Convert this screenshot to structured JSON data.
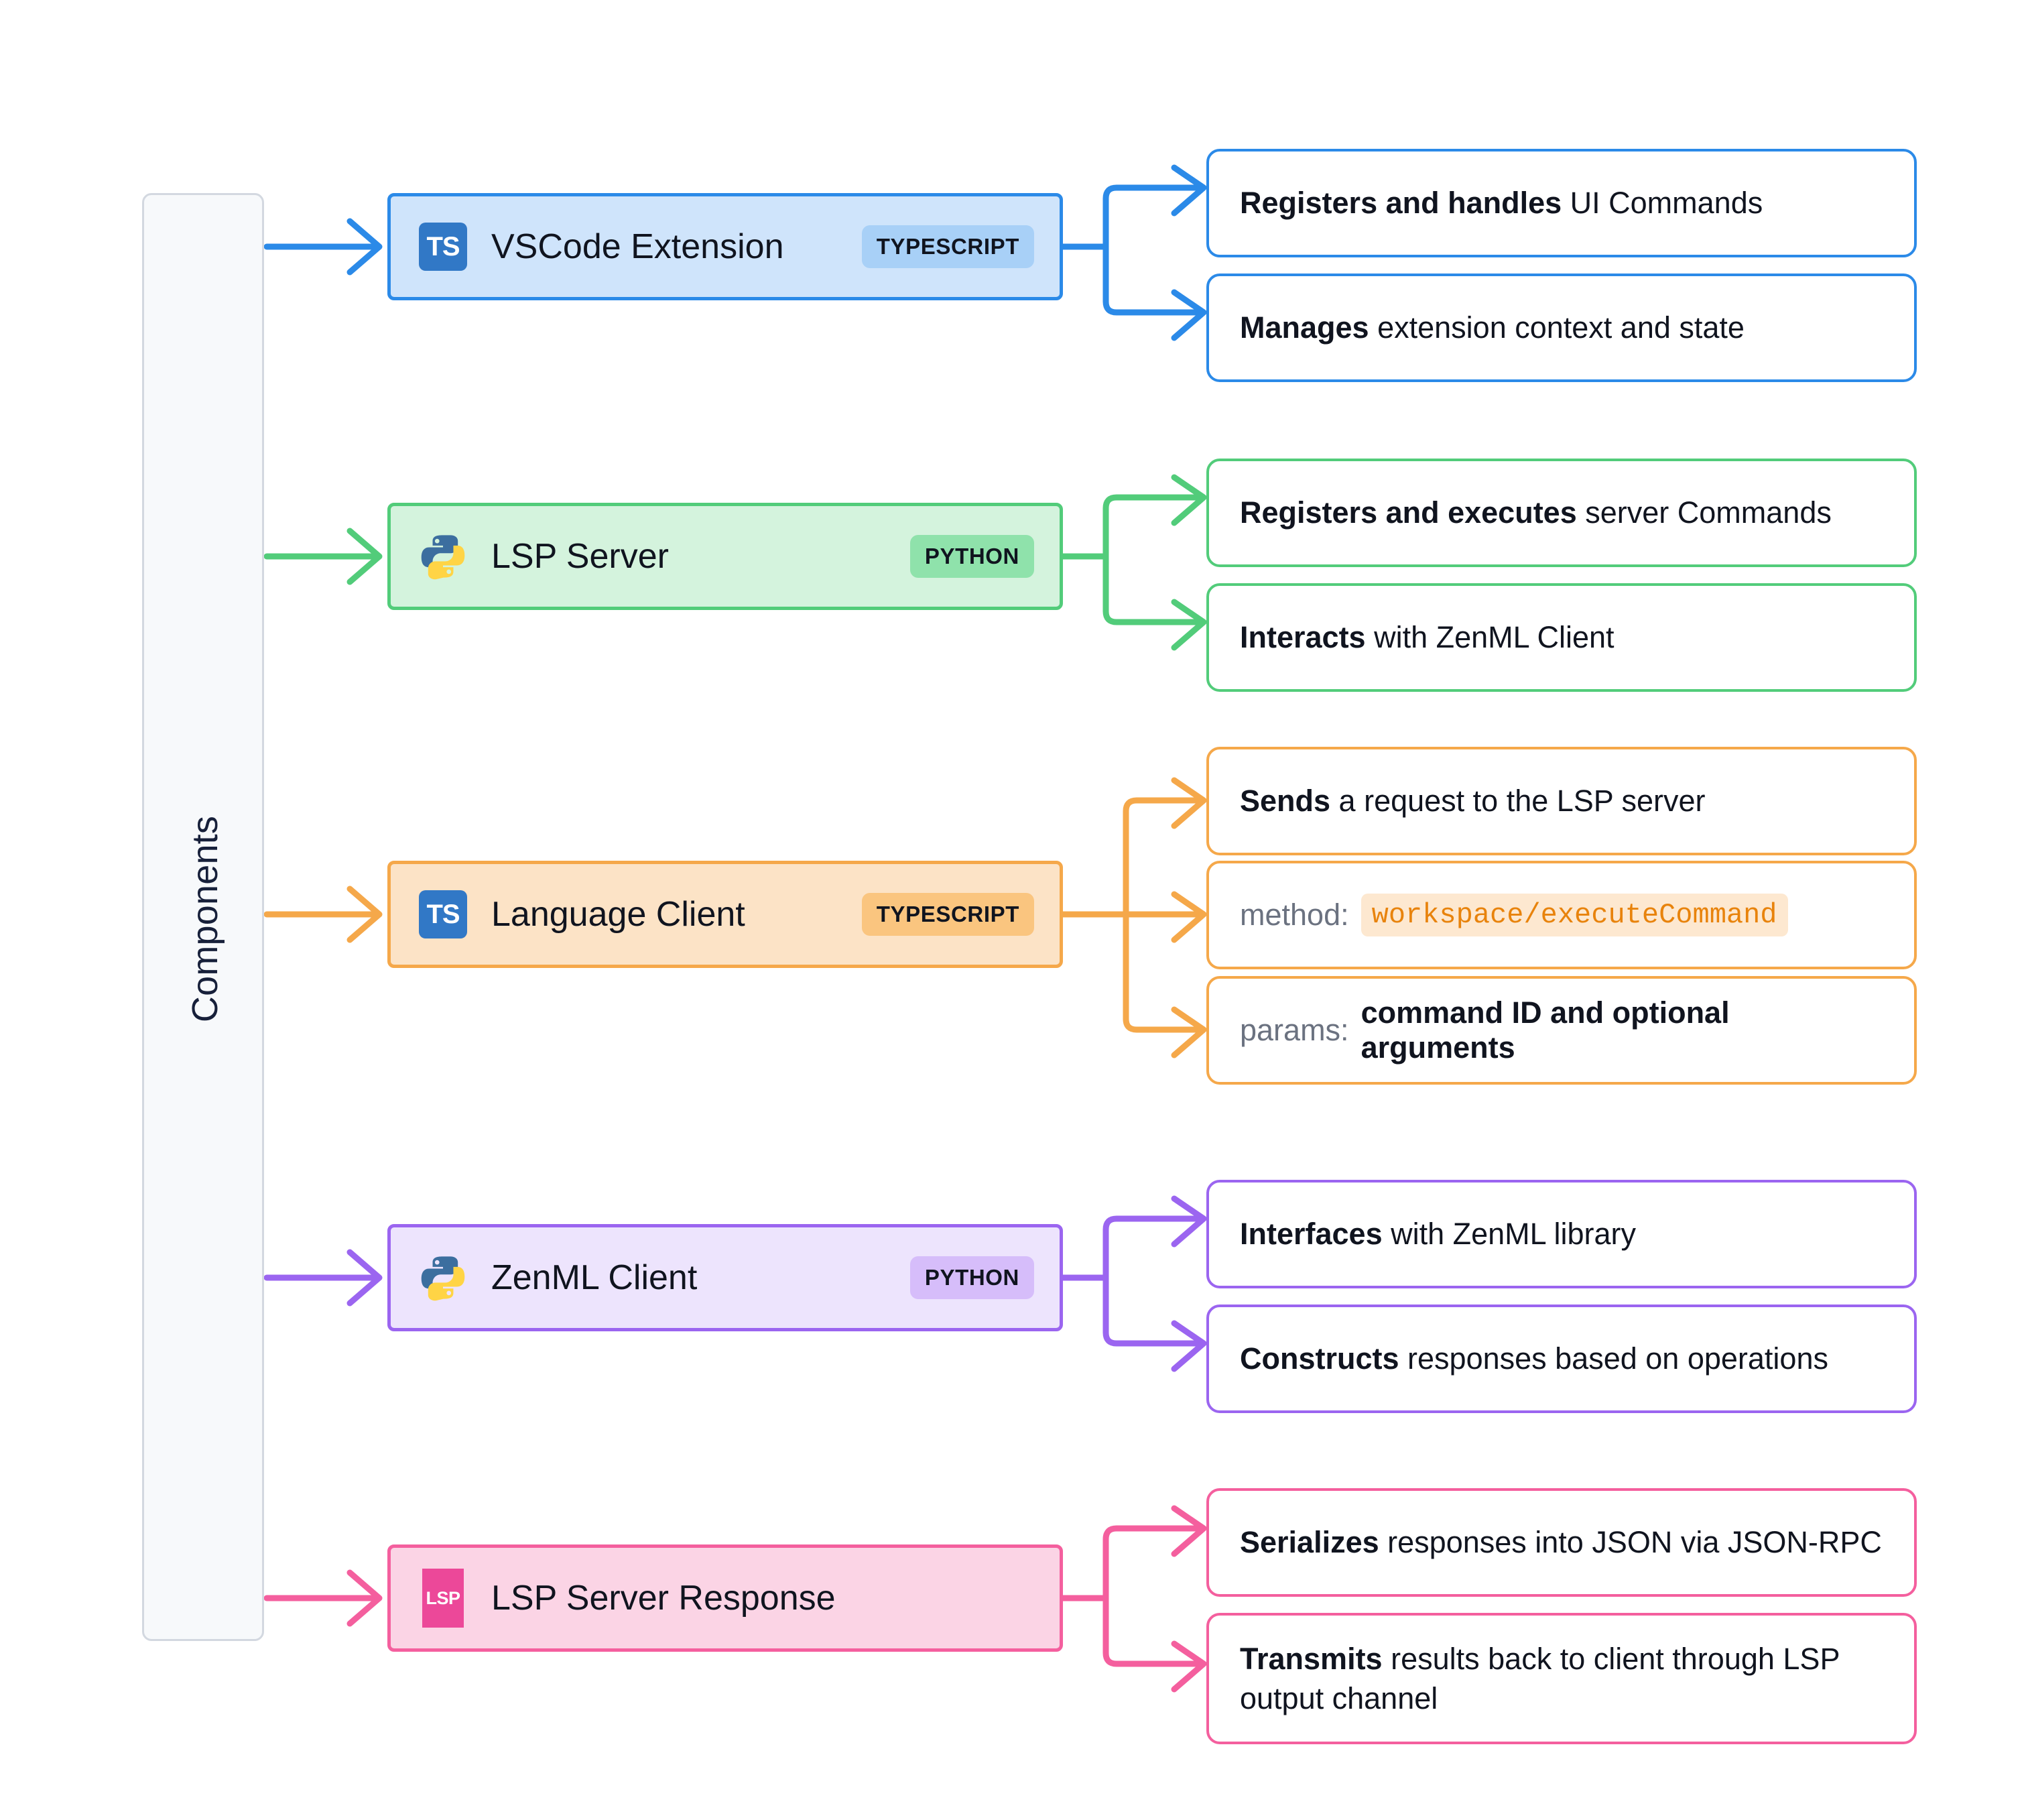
{
  "rail": {
    "label": "Components"
  },
  "colors": {
    "blue_stroke": "#2b8ae8",
    "blue_fill": "#cfe4fb",
    "blue_badge": "#a8d0f7",
    "green_stroke": "#52cc7a",
    "green_fill": "#d4f3dd",
    "green_badge": "#8fe2ab",
    "orange_stroke": "#f5a84a",
    "orange_fill": "#fce3c6",
    "orange_badge": "#fac border",
    "orange_badge_fill": "#fac57f",
    "purple_stroke": "#9b65f0",
    "purple_fill": "#ede4fd",
    "purple_badge": "#d6bdfa",
    "pink_stroke": "#f45f9e",
    "pink_fill": "#fbd4e5",
    "rail_fill": "#f7f9fb",
    "rail_stroke": "#d3d8e0",
    "code_text": "#e8830c",
    "code_fill": "#fde8d0",
    "key_text": "#6b7280"
  },
  "groups": [
    {
      "id": "vscode-extension",
      "node": {
        "title": "VSCode Extension",
        "badge": "TYPESCRIPT",
        "icon": "typescript-icon",
        "icon_text": "TS"
      },
      "details": [
        {
          "type": "text",
          "bold": "Registers and handles",
          "rest": " UI Commands"
        },
        {
          "type": "text",
          "bold": "Manages",
          "rest": " extension context and state"
        }
      ]
    },
    {
      "id": "lsp-server",
      "node": {
        "title": "LSP Server",
        "badge": "PYTHON",
        "icon": "python-icon",
        "icon_text": ""
      },
      "details": [
        {
          "type": "text",
          "bold": "Registers and executes",
          "rest": " server Commands"
        },
        {
          "type": "text",
          "bold": "Interacts",
          "rest": " with ZenML Client"
        }
      ]
    },
    {
      "id": "language-client",
      "node": {
        "title": "Language Client",
        "badge": "TYPESCRIPT",
        "icon": "typescript-icon",
        "icon_text": "TS"
      },
      "details": [
        {
          "type": "text",
          "bold": "Sends",
          "rest": " a request to the LSP server"
        },
        {
          "type": "code",
          "key": "method:",
          "code": "workspace/executeCommand"
        },
        {
          "type": "kv",
          "key": "params:",
          "value": "command ID and optional arguments"
        }
      ]
    },
    {
      "id": "zenml-client",
      "node": {
        "title": "ZenML Client",
        "badge": "PYTHON",
        "icon": "python-icon",
        "icon_text": ""
      },
      "details": [
        {
          "type": "text",
          "bold": "Interfaces",
          "rest": " with ZenML library"
        },
        {
          "type": "text",
          "bold": "Constructs",
          "rest": " responses based on operations"
        }
      ]
    },
    {
      "id": "lsp-server-response",
      "node": {
        "title": "LSP Server Response",
        "badge": "",
        "icon": "lsp-icon",
        "icon_text": "LSP"
      },
      "details": [
        {
          "type": "text",
          "bold": "Serializes",
          "rest": " responses into JSON via JSON-RPC"
        },
        {
          "type": "text",
          "bold": "Transmits",
          "rest": " results back to client through LSP output channel"
        }
      ]
    }
  ]
}
